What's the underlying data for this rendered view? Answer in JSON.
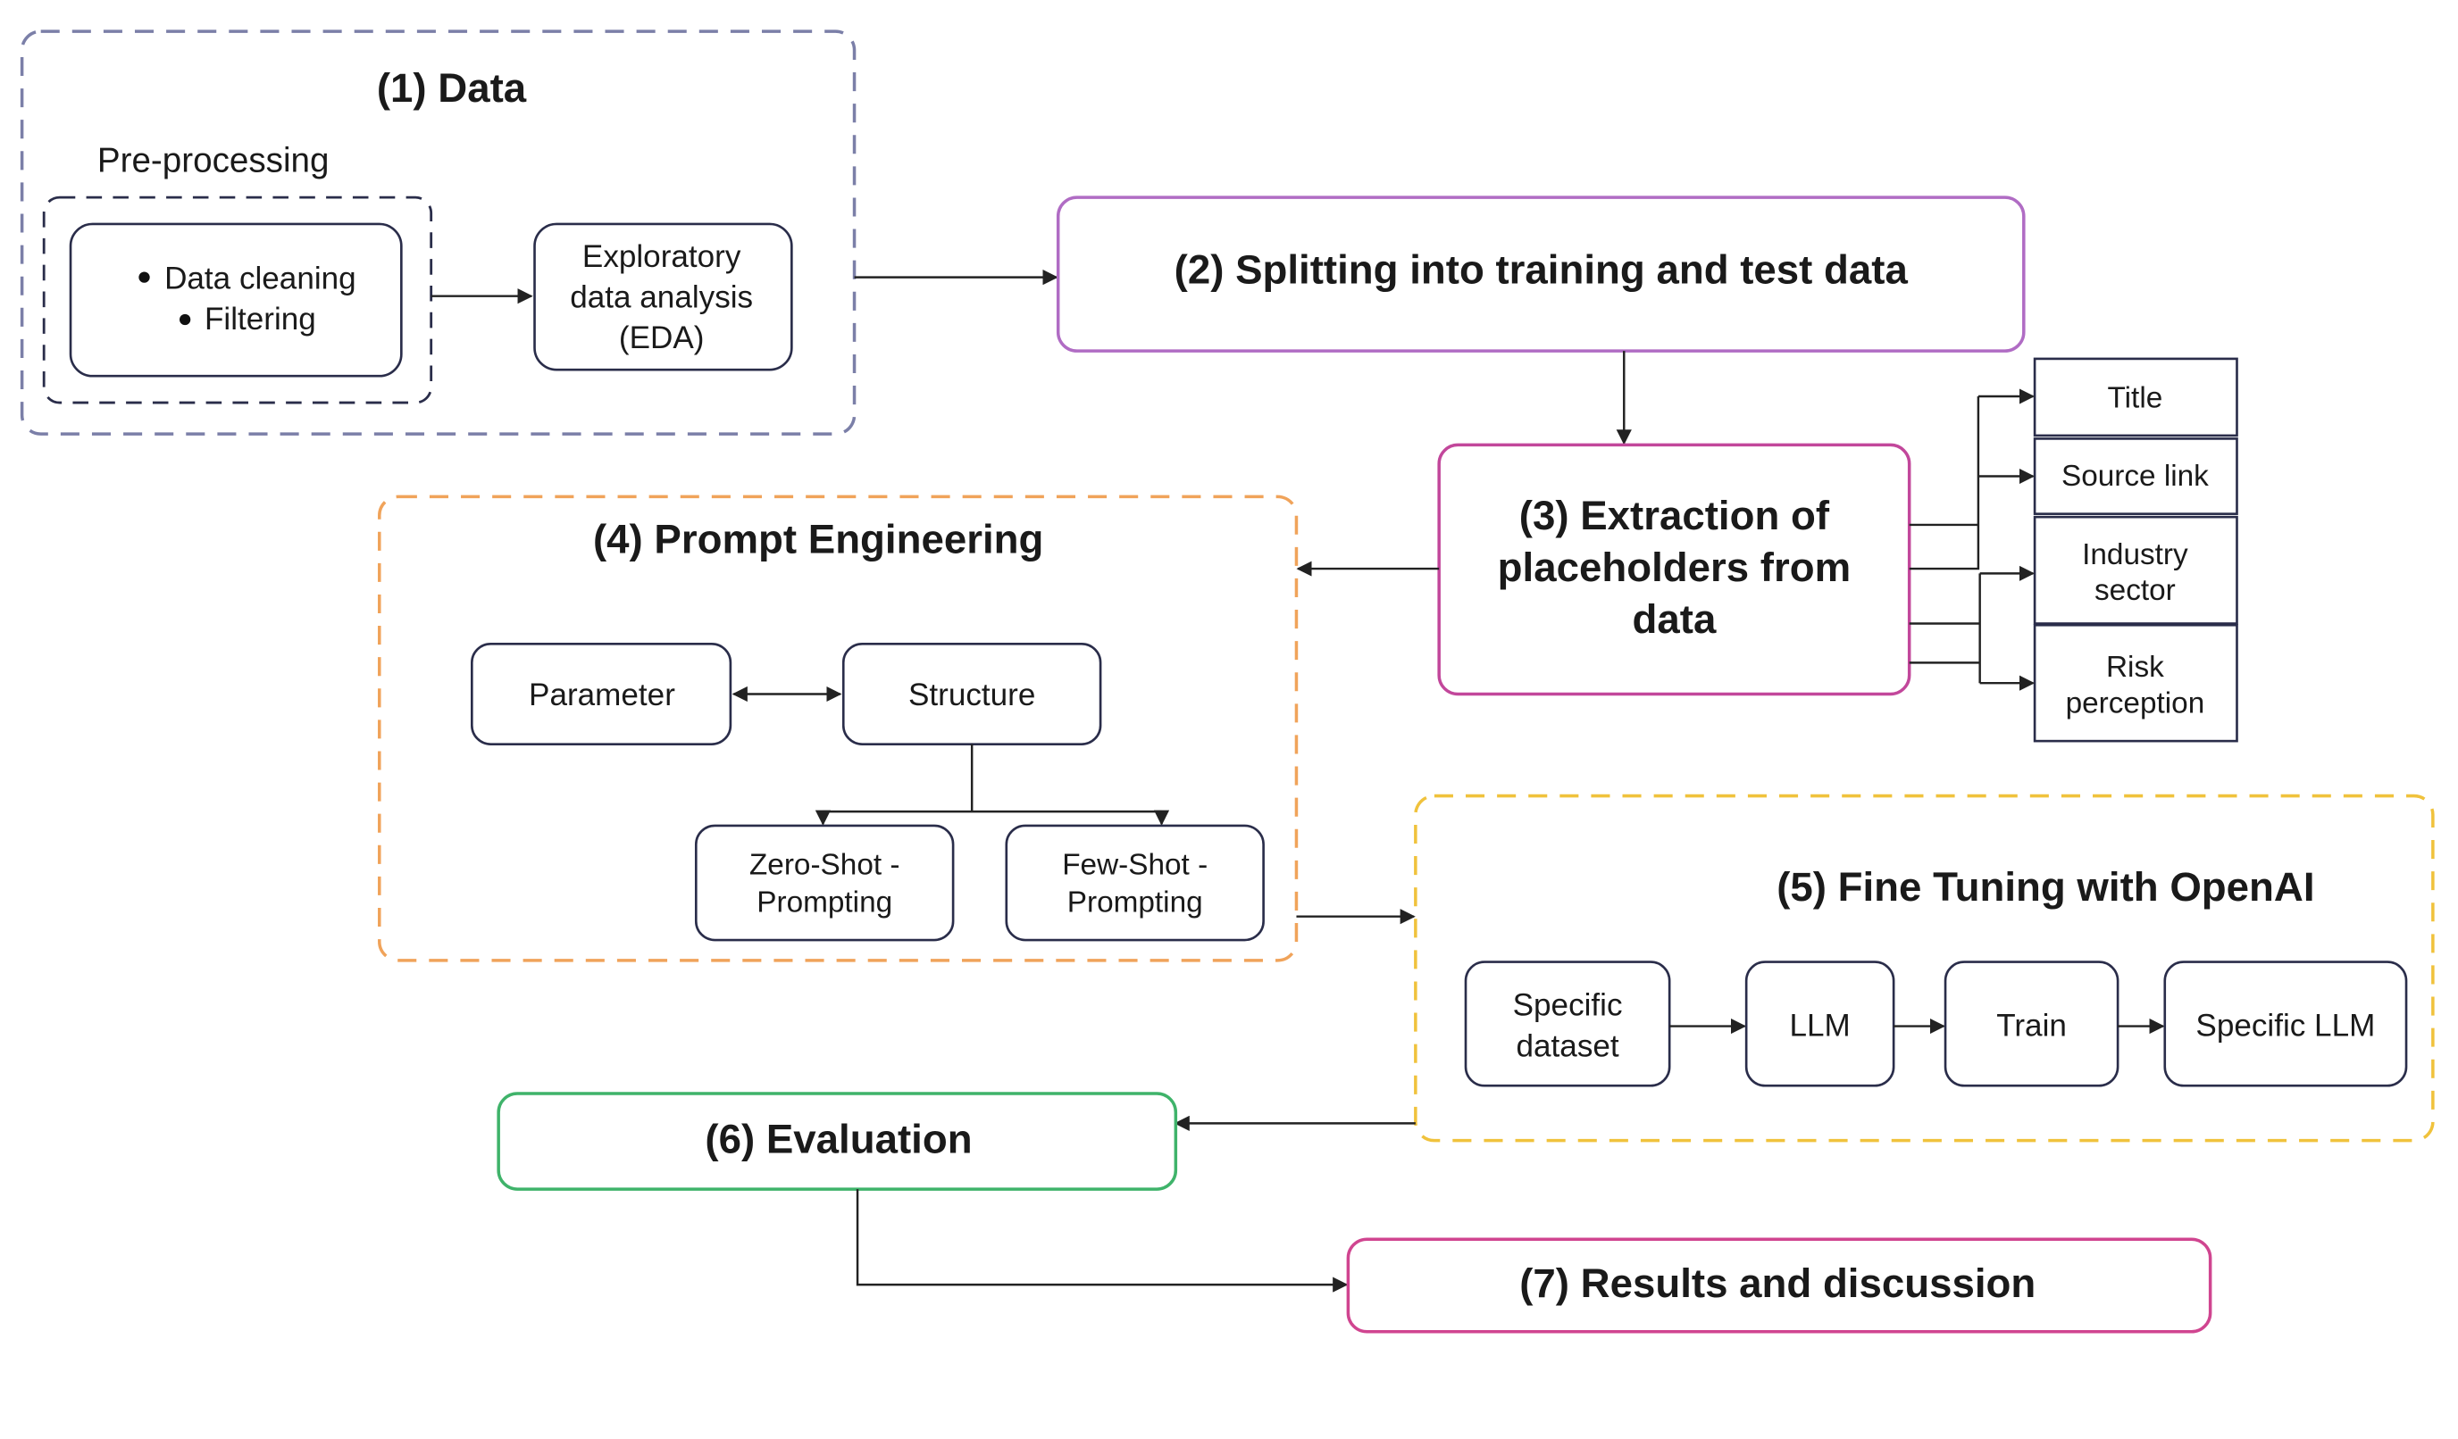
{
  "colors": {
    "data": "#7b7fa8",
    "splitting": "#b06cc4",
    "extraction": "#c2479b",
    "prompt": "#f0a35a",
    "finetune": "#f0c23c",
    "evaluation": "#3fb36a",
    "results": "#d04590",
    "node_border": "#2a2d4a"
  },
  "step1": {
    "title": "(1) Data",
    "preprocessing_label": "Pre-processing",
    "preprocessing_items": [
      "Data cleaning",
      "Filtering"
    ],
    "eda_lines": [
      "Exploratory",
      "data analysis",
      "(EDA)"
    ]
  },
  "step2": {
    "title": "(2) Splitting into training and test data"
  },
  "step3": {
    "title_lines": [
      "(3) Extraction of",
      "placeholders from",
      "data"
    ],
    "placeholders": [
      {
        "lines": [
          "Title"
        ]
      },
      {
        "lines": [
          "Source link"
        ]
      },
      {
        "lines": [
          "Industry",
          "sector"
        ]
      },
      {
        "lines": [
          "Risk",
          "perception"
        ]
      }
    ]
  },
  "step4": {
    "title": "(4) Prompt Engineering",
    "parameter": "Parameter",
    "structure": "Structure",
    "zero_shot": [
      "Zero-Shot -",
      "Prompting"
    ],
    "few_shot": [
      "Few-Shot -",
      "Prompting"
    ]
  },
  "step5": {
    "title": "(5) Fine Tuning with OpenAI",
    "dataset": [
      "Specific",
      "dataset"
    ],
    "llm": "LLM",
    "train": "Train",
    "specific_llm": "Specific LLM"
  },
  "step6": {
    "title": "(6) Evaluation"
  },
  "step7": {
    "title": "(7) Results and discussion"
  }
}
